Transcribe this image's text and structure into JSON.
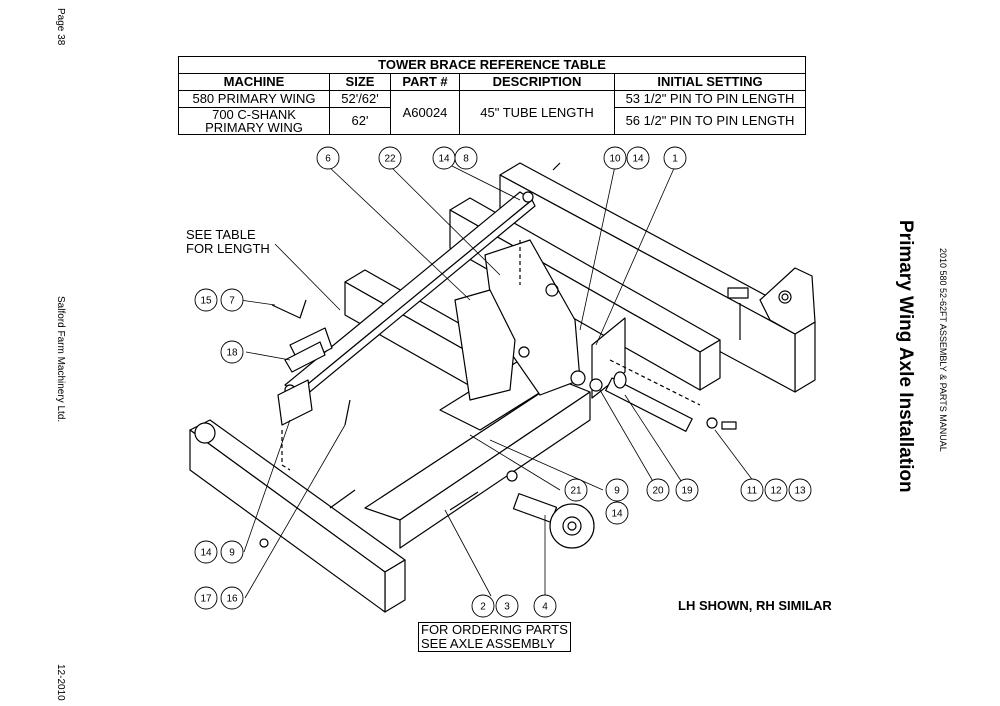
{
  "page": {
    "page_number": "Page 38",
    "company": "Salford Farm Machinery Ltd.",
    "date_code": "12-2010",
    "title": "Primary Wing Axle Installation",
    "manual": "2010 580 52-62FT ASSEMBLY & PARTS MANUAL"
  },
  "table": {
    "caption": "TOWER BRACE REFERENCE TABLE",
    "headers": [
      "MACHINE",
      "SIZE",
      "PART #",
      "DESCRIPTION",
      "INITIAL SETTING"
    ],
    "rows": [
      {
        "machine": "580 PRIMARY WING",
        "size": "52'/62'",
        "part": "A60024",
        "description": "45\" TUBE LENGTH",
        "setting": "53 1/2\" PIN TO PIN LENGTH"
      },
      {
        "machine_line1": "700 C-SHANK",
        "machine_line2": "PRIMARY WING",
        "size": "62'",
        "setting": "56 1/2\" PIN TO PIN LENGTH"
      }
    ]
  },
  "notes": {
    "see_table_line1": "SEE TABLE",
    "see_table_line2": "FOR LENGTH",
    "lh_shown": "LH SHOWN, RH SIMILAR",
    "order_line1": "FOR ORDERING PARTS",
    "order_line2": "SEE AXLE ASSEMBLY"
  },
  "callouts": [
    "6",
    "22",
    "14",
    "8",
    "10",
    "14",
    "1",
    "15",
    "7",
    "18",
    "21",
    "9",
    "14",
    "20",
    "19",
    "11",
    "12",
    "13",
    "14",
    "9",
    "17",
    "16",
    "2",
    "3",
    "4"
  ]
}
